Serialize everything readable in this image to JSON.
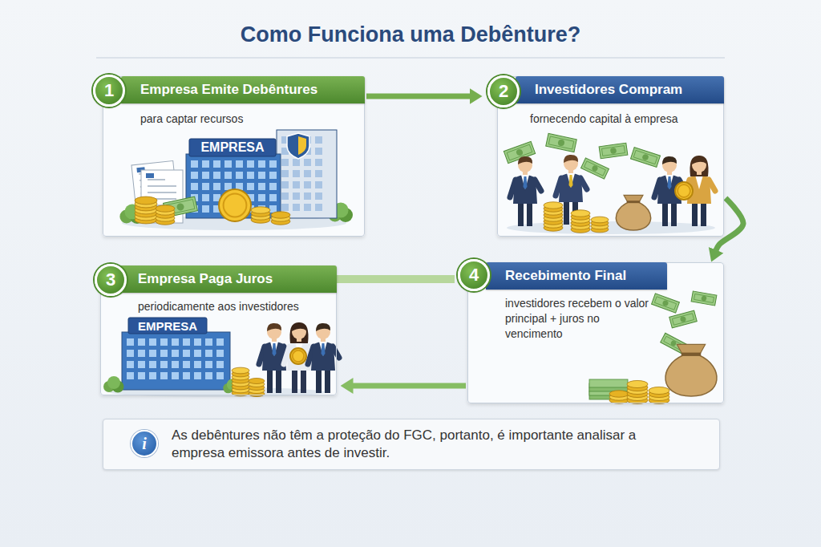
{
  "diagram": {
    "title": "Como Funciona uma Debênture?",
    "nodes": [
      {
        "text": [
          "Empresa Emite Debêntures",
          "para captar recursos"
        ]
      },
      {
        "text": [
          "1"
        ],
        "in": 0
      },
      {
        "text": [
          "Investidores Compram",
          "fornecendo capital à empresa"
        ]
      },
      {
        "text": [
          "2"
        ],
        "in": 2
      },
      {
        "text": [
          "Empresa Paga Juros",
          "periodicamente aos investidores"
        ]
      },
      {
        "text": [
          "3"
        ],
        "in": 4
      },
      {
        "text": [
          "Recebimento Final",
          "investidores recebem o valor principal + juros no vencimento"
        ]
      },
      {
        "text": [
          "4"
        ],
        "in": 6
      },
      {
        "text": [
          "As debêntures não têm a proteção do FGC, portanto, é importante analisar a empresa emissora antes de investir."
        ]
      },
      {
        "text": [
          "i"
        ],
        "in": 8
      }
    ],
    "edges": [
      {
        "from": 0,
        "to": 2,
        "arrow": "to"
      },
      {
        "from": 2,
        "to": 6,
        "arrow": "to"
      },
      {
        "from": 4,
        "to": 6,
        "arrow": "none"
      },
      {
        "from": 6,
        "to": 4,
        "arrow": "to"
      }
    ],
    "labels": [
      "EMPRESA",
      "EMPRESA"
    ]
  }
}
